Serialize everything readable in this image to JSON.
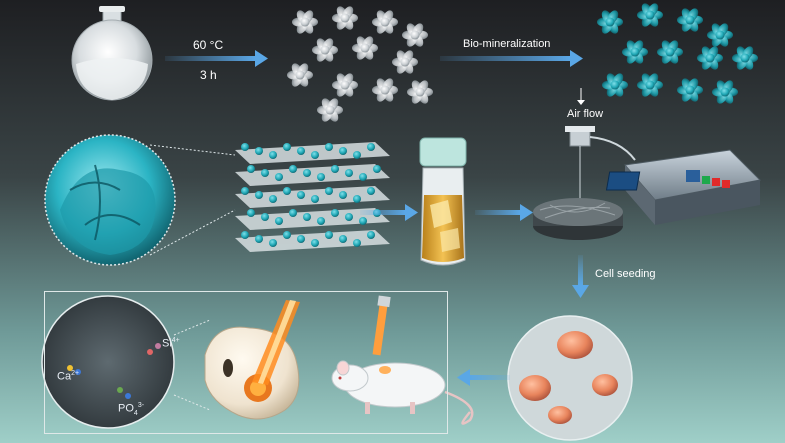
{
  "labels": {
    "temperature": "60 °C",
    "time": "3 h",
    "biomineralization": "Bio-mineralization",
    "air_flow": "Air flow",
    "cell_seeding": "Cell seeding",
    "ion_si": "Si",
    "ion_si_sup": "4+",
    "ion_ca": "Ca",
    "ion_ca_sup": "2+",
    "ion_po4": "PO",
    "ion_po4_sup": "3-",
    "ion_po4_sub": "4"
  },
  "colors": {
    "arrow": "#5aa7e6",
    "mineral_teal": "#1fa7b5",
    "background_top": "#1e1f22",
    "background_bottom": "#9fcfc8",
    "laser_orange": "#ff7a1a"
  }
}
